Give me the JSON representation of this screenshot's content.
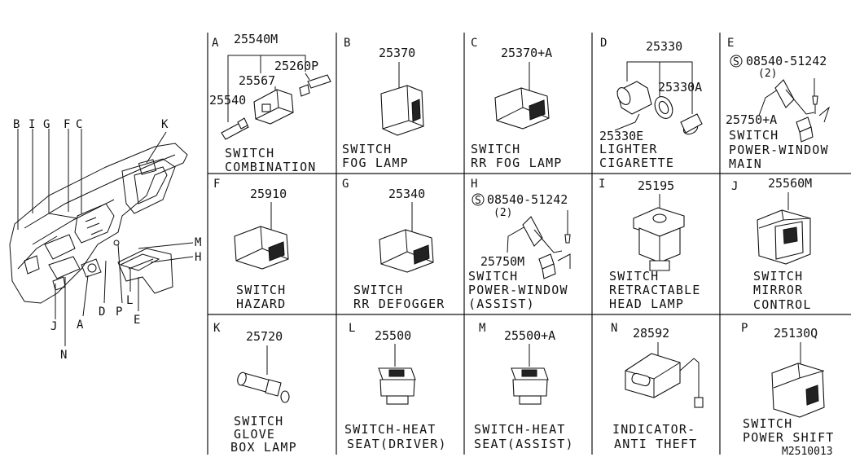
{
  "diagram_id": "M2510013",
  "overview": {
    "callouts": [
      "B",
      "I",
      "G",
      "F",
      "C",
      "K",
      "M",
      "H",
      "J",
      "N",
      "A",
      "D",
      "P",
      "L",
      "E"
    ]
  },
  "cells": [
    {
      "letter": "A",
      "parts": [
        "25540M",
        "25567",
        "25260P",
        "25540"
      ],
      "name": [
        "SWITCH",
        "COMBINATION"
      ]
    },
    {
      "letter": "B",
      "parts": [
        "25370"
      ],
      "name": [
        "SWITCH",
        "FOG LAMP"
      ]
    },
    {
      "letter": "C",
      "parts": [
        "25370+A"
      ],
      "name": [
        "SWITCH",
        "RR FOG LAMP"
      ]
    },
    {
      "letter": "D",
      "parts": [
        "25330",
        "25330A",
        "25330E"
      ],
      "name": [
        "LIGHTER",
        "CIGARETTE"
      ]
    },
    {
      "letter": "E",
      "parts": [
        "08540-51242",
        "(2)",
        "25750+A"
      ],
      "name": [
        "SWITCH",
        "POWER-WINDOW",
        "MAIN"
      ]
    },
    {
      "letter": "F",
      "parts": [
        "25910"
      ],
      "name": [
        "SWITCH",
        "HAZARD"
      ]
    },
    {
      "letter": "G",
      "parts": [
        "25340"
      ],
      "name": [
        "SWITCH",
        "RR DEFOGGER"
      ]
    },
    {
      "letter": "H",
      "parts": [
        "08540-51242",
        "(2)",
        "25750M"
      ],
      "name": [
        "SWITCH",
        "POWER-WINDOW",
        "(ASSIST)"
      ]
    },
    {
      "letter": "I",
      "parts": [
        "25195"
      ],
      "name": [
        "SWITCH",
        "RETRACTABLE",
        "HEAD LAMP"
      ]
    },
    {
      "letter": "J",
      "parts": [
        "25560M"
      ],
      "name": [
        "SWITCH",
        "MIRROR",
        "CONTROL"
      ]
    },
    {
      "letter": "K",
      "parts": [
        "25720"
      ],
      "name": [
        "SWITCH",
        "GLOVE",
        "BOX LAMP"
      ]
    },
    {
      "letter": "L",
      "parts": [
        "25500"
      ],
      "name": [
        "SWITCH-HEAT",
        "SEAT(DRIVER)"
      ]
    },
    {
      "letter": "M",
      "parts": [
        "25500+A"
      ],
      "name": [
        "SWITCH-HEAT",
        "SEAT(ASSIST)"
      ]
    },
    {
      "letter": "N",
      "parts": [
        "28592"
      ],
      "name": [
        "INDICATOR-",
        "ANTI THEFT"
      ]
    },
    {
      "letter": "P",
      "parts": [
        "25130Q"
      ],
      "name": [
        "SWITCH",
        "POWER SHIFT"
      ]
    }
  ],
  "screw_symbol": "S"
}
